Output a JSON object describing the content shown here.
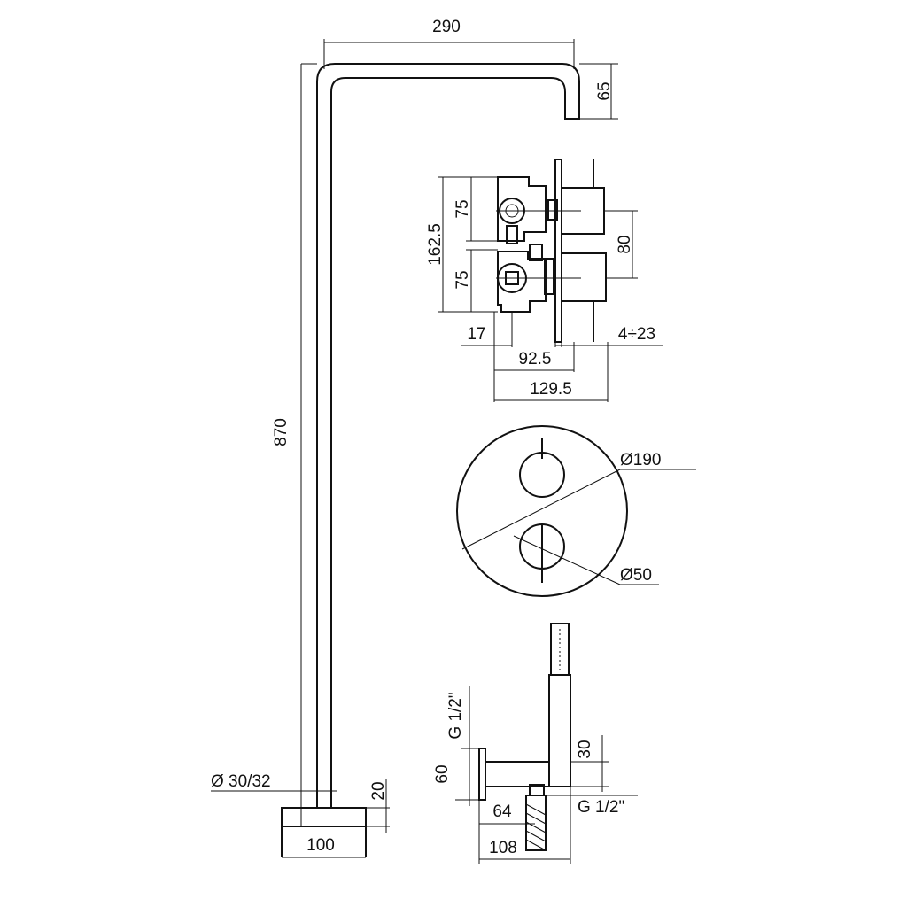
{
  "dimensions": {
    "column_width": "290",
    "spout_drop": "65",
    "column_height": "870",
    "pipe_diameter": "Ø 30/32",
    "base_height": "20",
    "base_width": "100",
    "valve_upper_spacing": "75",
    "valve_total_height": "162.5",
    "valve_lower_spacing": "75",
    "handle_spacing": "80",
    "inlet_offset": "17",
    "wall_depth": "4÷23",
    "body_depth": "92.5",
    "total_depth": "129.5",
    "plate_diameter": "Ø190",
    "knob_diameter": "Ø50",
    "outlet_thread_vertical": "G 1/2\"",
    "outlet_thread_horizontal": "G 1/2\"",
    "flange_height": "60",
    "arm_height": "30",
    "outlet_offset": "64",
    "arm_length": "108"
  }
}
